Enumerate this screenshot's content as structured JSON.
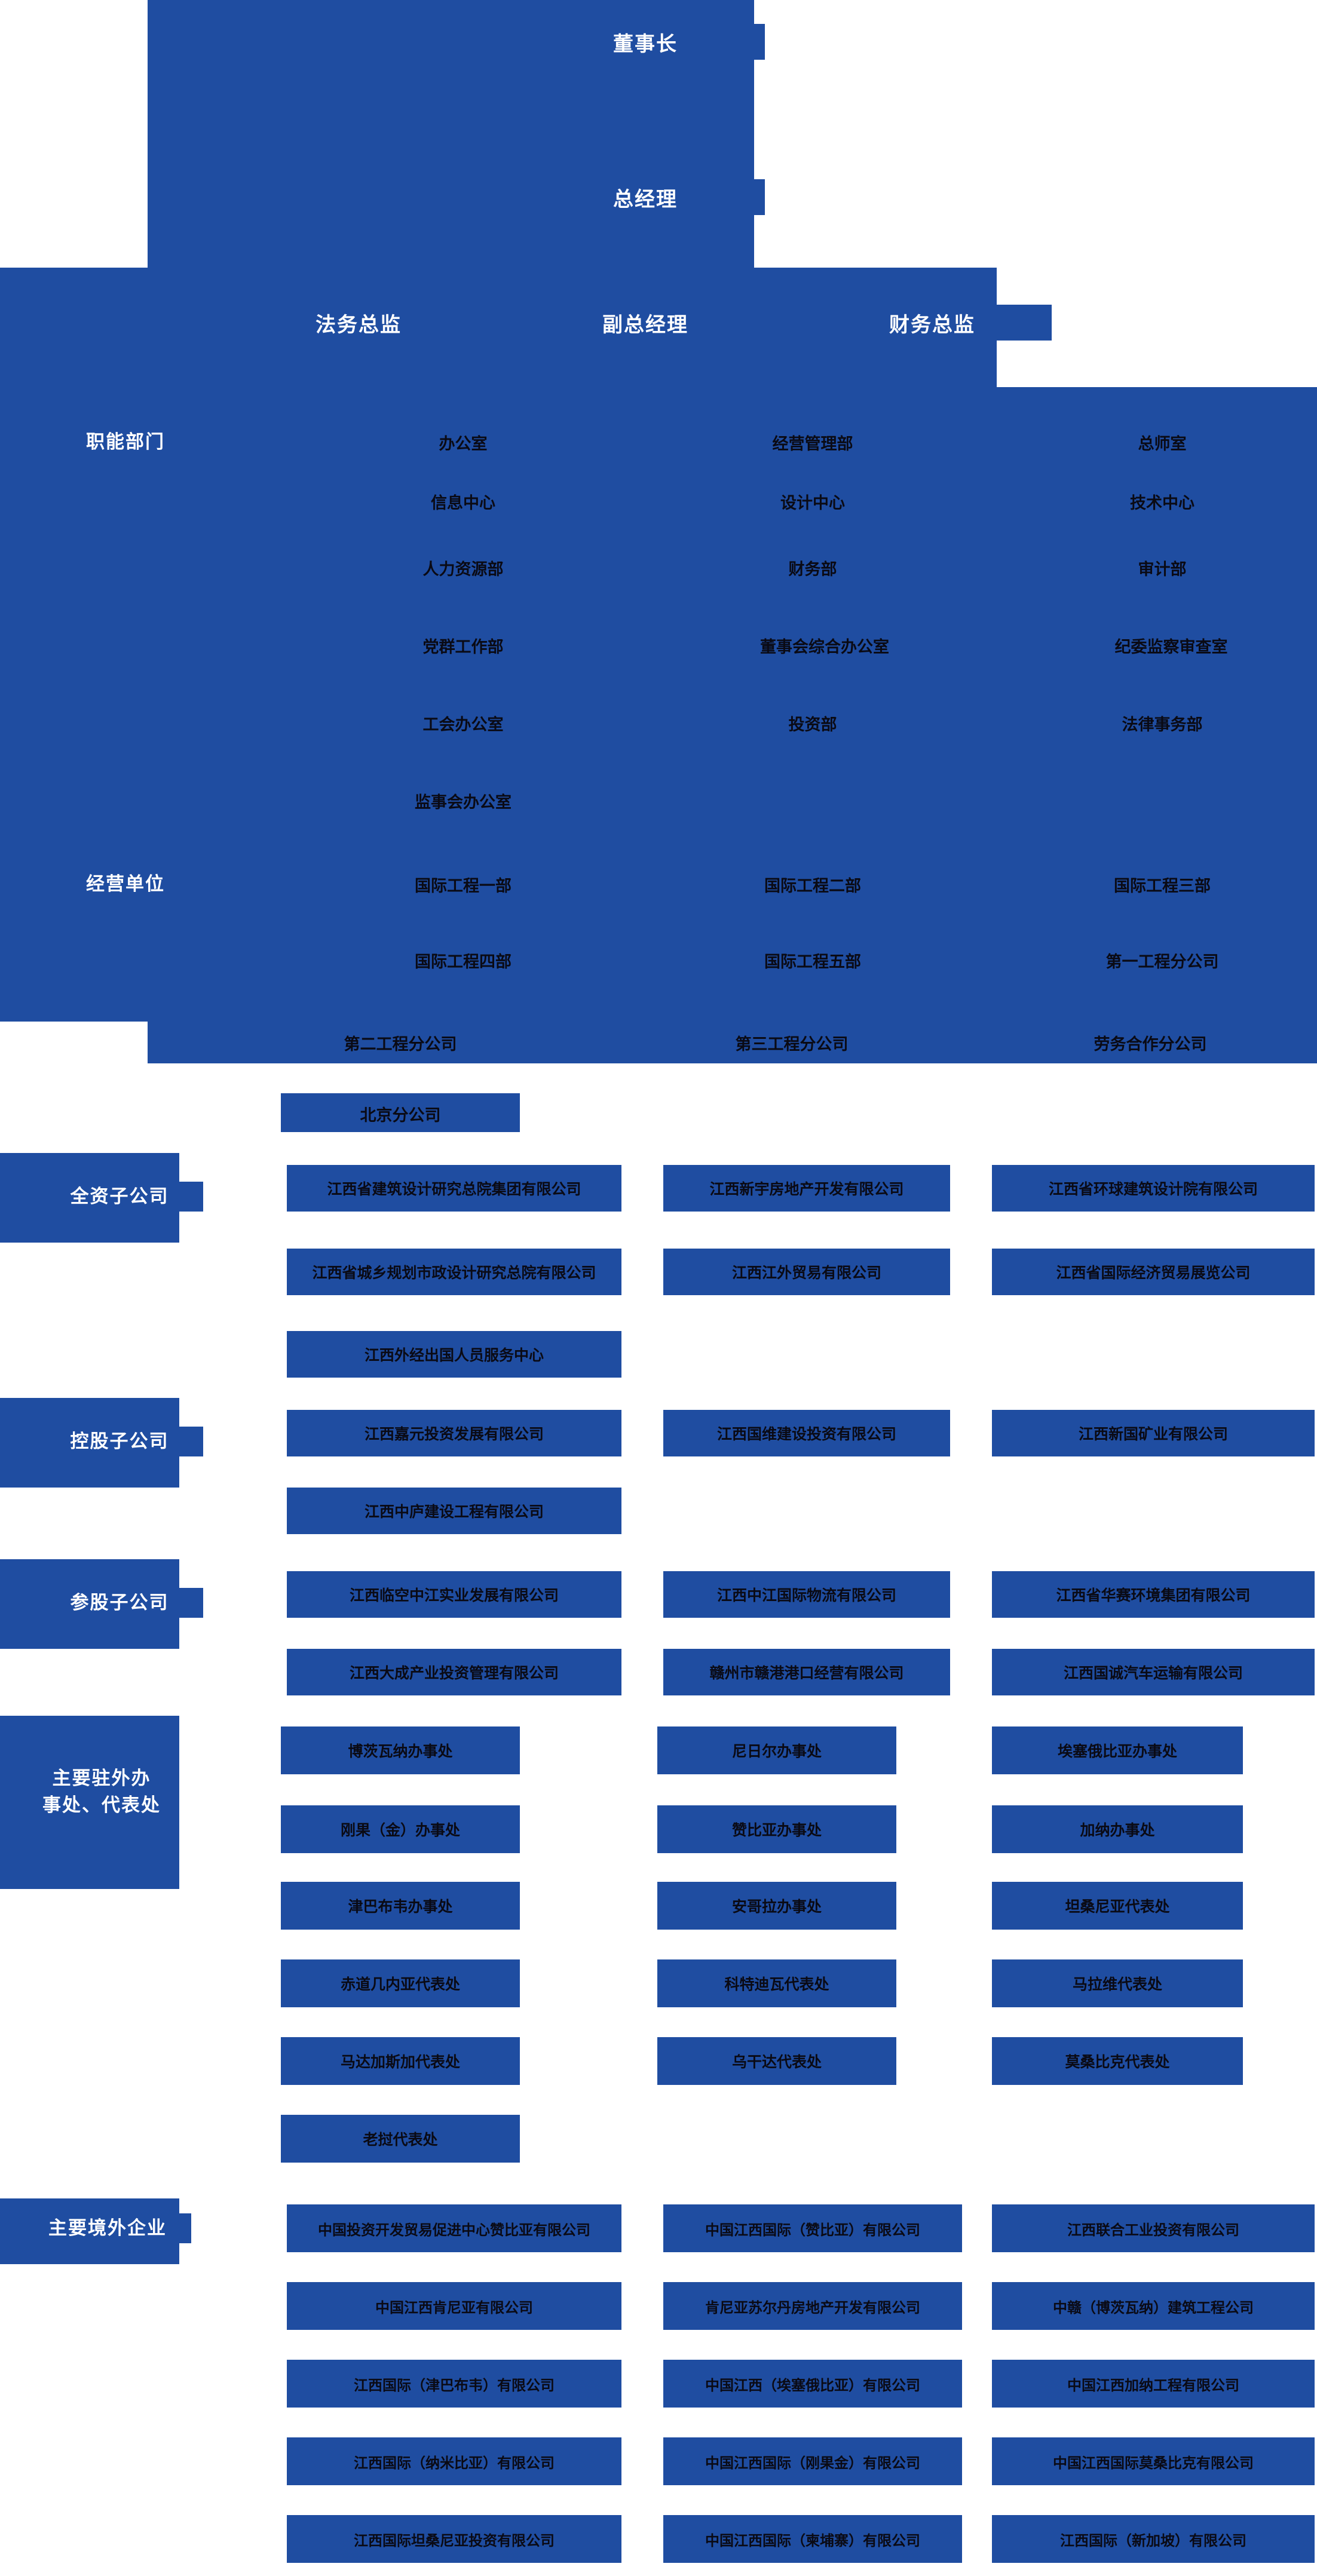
{
  "meta": {
    "title": "组织架构图",
    "accent": "#1f4da1",
    "text_dark": "#0a0a14",
    "text_light": "#ffffff"
  },
  "executives": [
    {
      "label": "董事长"
    },
    {
      "label": "总经理"
    },
    {
      "label": "法务总监"
    },
    {
      "label": "副总经理"
    },
    {
      "label": "财务总监"
    }
  ],
  "sections": [
    {
      "key": "functional_departments",
      "label": "职能部门",
      "rows": [
        [
          "办公室",
          "经营管理部",
          "总师室"
        ],
        [
          "信息中心",
          "设计中心",
          "技术中心"
        ],
        [
          "人力资源部",
          "财务部",
          "审计部"
        ],
        [
          "党群工作部",
          "董事会综合办公室",
          "纪委监察审查室"
        ],
        [
          "工会办公室",
          "投资部",
          "法律事务部"
        ],
        [
          "监事会办公室",
          "",
          ""
        ]
      ]
    },
    {
      "key": "business_units",
      "label": "经营单位",
      "rows": [
        [
          "国际工程一部",
          "国际工程二部",
          "国际工程三部"
        ],
        [
          "国际工程四部",
          "国际工程五部",
          "第一工程分公司"
        ],
        [
          "第二工程分公司",
          "第三工程分公司",
          "劳务合作分公司"
        ],
        [
          "北京分公司",
          "",
          ""
        ]
      ]
    },
    {
      "key": "wholly_owned",
      "label": "全资子公司",
      "rows": [
        [
          "江西省建筑设计研究总院集团有限公司",
          "江西新宇房地产开发有限公司",
          "江西省环球建筑设计院有限公司"
        ],
        [
          "江西省城乡规划市政设计研究总院有限公司",
          "江西江外贸易有限公司",
          "江西省国际经济贸易展览公司"
        ],
        [
          "江西外经出国人员服务中心",
          "",
          ""
        ]
      ]
    },
    {
      "key": "controlled",
      "label": "控股子公司",
      "rows": [
        [
          "江西嘉元投资发展有限公司",
          "江西国维建设投资有限公司",
          "江西新国矿业有限公司"
        ],
        [
          "江西中庐建设工程有限公司",
          "",
          ""
        ]
      ]
    },
    {
      "key": "participating",
      "label": "参股子公司",
      "rows": [
        [
          "江西临空中江实业发展有限公司",
          "江西中江国际物流有限公司",
          "江西省华赛环境集团有限公司"
        ],
        [
          "江西大成产业投资管理有限公司",
          "赣州市赣港港口经营有限公司",
          "江西国诚汽车运输有限公司"
        ]
      ]
    },
    {
      "key": "overseas_offices",
      "label": "主要驻外办\n事处、代表处",
      "rows": [
        [
          "博茨瓦纳办事处",
          "尼日尔办事处",
          "埃塞俄比亚办事处"
        ],
        [
          "刚果（金）办事处",
          "赞比亚办事处",
          "加纳办事处"
        ],
        [
          "津巴布韦办事处",
          "安哥拉办事处",
          "坦桑尼亚代表处"
        ],
        [
          "赤道几内亚代表处",
          "科特迪瓦代表处",
          "马拉维代表处"
        ],
        [
          "马达加斯加代表处",
          "乌干达代表处",
          "莫桑比克代表处"
        ],
        [
          "老挝代表处",
          "",
          ""
        ]
      ]
    },
    {
      "key": "overseas_enterprises",
      "label": "主要境外企业",
      "rows": [
        [
          "中国投资开发贸易促进中心赞比亚有限公司",
          "中国江西国际（赞比亚）有限公司",
          "江西联合工业投资有限公司"
        ],
        [
          "中国江西肯尼亚有限公司",
          "肯尼亚苏尔丹房地产开发有限公司",
          "中赣（博茨瓦纳）建筑工程公司"
        ],
        [
          "江西国际（津巴布韦）有限公司",
          "中国江西（埃塞俄比亚）有限公司",
          "中国江西加纳工程有限公司"
        ],
        [
          "江西国际（纳米比亚）有限公司",
          "中国江西国际（刚果金）有限公司",
          "中国江西国际莫桑比克有限公司"
        ],
        [
          "江西国际坦桑尼亚投资有限公司",
          "中国江西国际（柬埔寨）有限公司",
          "江西国际（新加坡）有限公司"
        ]
      ]
    }
  ]
}
